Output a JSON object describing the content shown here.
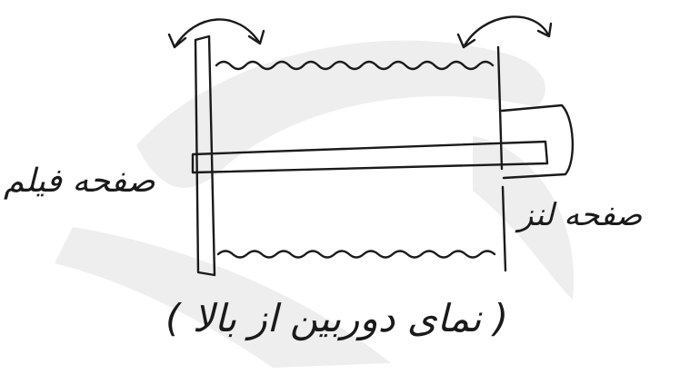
{
  "labels": {
    "film_plane": "صفحه فیلم",
    "lens_plane": "صفحه لنز",
    "caption": "( نمای دوربین از بالا )"
  },
  "colors": {
    "ink": "#1a1a1a",
    "watermark": "#eeeeee"
  }
}
